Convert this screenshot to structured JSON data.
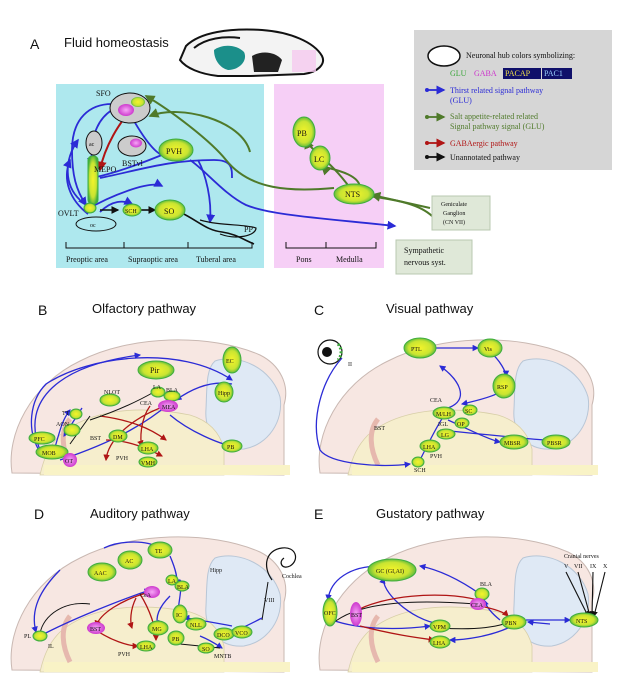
{
  "panelA": {
    "letter": "A",
    "title": "Fluid homeostasis",
    "nodes": {
      "sfo": "SFO",
      "ac": "ac",
      "mepo": "MEPO",
      "bstvl": "BSTvl",
      "pvh": "PVH",
      "ovlt": "OVLT",
      "sch": "SCH",
      "so": "SO",
      "oc": "oc",
      "pp": "PP",
      "pb": "PB",
      "lc": "LC",
      "nts": "NTS"
    },
    "regions": [
      "Preoptic area",
      "Supraoptic area",
      "Tuberal area"
    ],
    "brainstem_regions": [
      "Pons",
      "Medulla"
    ],
    "boxes": {
      "geniculate_line1": "Geniculate",
      "geniculate_line2": "Ganglion",
      "geniculate_line3": "(CN VII)",
      "sympathetic_line1": "Sympathetic",
      "sympathetic_line2": "nervous syst."
    },
    "legend": {
      "hub_title": "Neuronal hub colors symbolizing:",
      "glu": "GLU",
      "gaba": "GABA",
      "pacap": "PACAP",
      "pac1": "PAC1",
      "thirst_line1": "Thirst related signal pathway",
      "thirst_line2": "(GLU)",
      "salt_line1": "Salt appetite-related related",
      "salt_line2": "Signal pathway signal  (GLU)",
      "gaba_path": "GABAergic pathway",
      "unannotated": "Unannotated pathway",
      "colors": {
        "glu": "#3aa63a",
        "gaba": "#cc33cc",
        "thirst": "#2b2bd6",
        "salt": "#4f7a2a",
        "gaba_arrow": "#b01515",
        "unannotated": "#111111"
      }
    }
  },
  "panelB": {
    "letter": "B",
    "title": "Olfactory pathway",
    "nodes": {
      "pir": "Pir",
      "ec": "EC",
      "hipp": "Hipp",
      "la": "LA",
      "bla": "BLA",
      "cea": "CEA",
      "mea": "MEA",
      "nlot": "NLOT",
      "tt": "TT",
      "aon": "AON",
      "pfc": "PFC",
      "mob": "MOB",
      "ot": "OT",
      "bst": "BST",
      "dm": "DM",
      "lha": "LHA",
      "vmh": "VMH",
      "pvh": "PVH",
      "pb": "PB"
    }
  },
  "panelC": {
    "letter": "C",
    "title": "Visual pathway",
    "nodes": {
      "ptl": "PTL",
      "vis": "Vis",
      "rsp": "RSP",
      "cea": "CEA",
      "mlh": "M/LH",
      "sc": "SC",
      "igl": "IGL",
      "op": "OP",
      "lg": "LG",
      "lha": "LHA",
      "bst": "BST",
      "mbsr": "MBSR",
      "pbsr": "PBSR",
      "pvh": "PVH",
      "sch": "SCH",
      "ii": "II"
    }
  },
  "panelD": {
    "letter": "D",
    "title": "Auditory pathway",
    "nodes": {
      "te": "TE",
      "aac": "AAC",
      "ac": "AC",
      "hipp": "Hipp",
      "la": "LA",
      "bla": "BLA",
      "cea": "CeA",
      "bst": "BST",
      "mg": "MG",
      "ic": "IC",
      "nll": "NLL",
      "pb": "PB",
      "dco": "DCO",
      "vco": "VCO",
      "so": "SO",
      "mntb": "MNTB",
      "pvh": "PVH",
      "lha": "LHA",
      "pl": "PL",
      "il": "IL",
      "cochlea": "Cochlea",
      "viii": "VIII"
    }
  },
  "panelE": {
    "letter": "E",
    "title": "Gustatory pathway",
    "nodes": {
      "gc": "GC (GI,AI)",
      "bla": "BLA",
      "cea": "CEA",
      "ofc": "OFC",
      "bst": "BST",
      "vpm": "VPM",
      "lha": "LHA",
      "pbn": "PBN",
      "nts": "NTS"
    },
    "cranial_nerves": "Cranial nerves",
    "nerves": [
      "V",
      "VII",
      "IX",
      "X"
    ]
  }
}
